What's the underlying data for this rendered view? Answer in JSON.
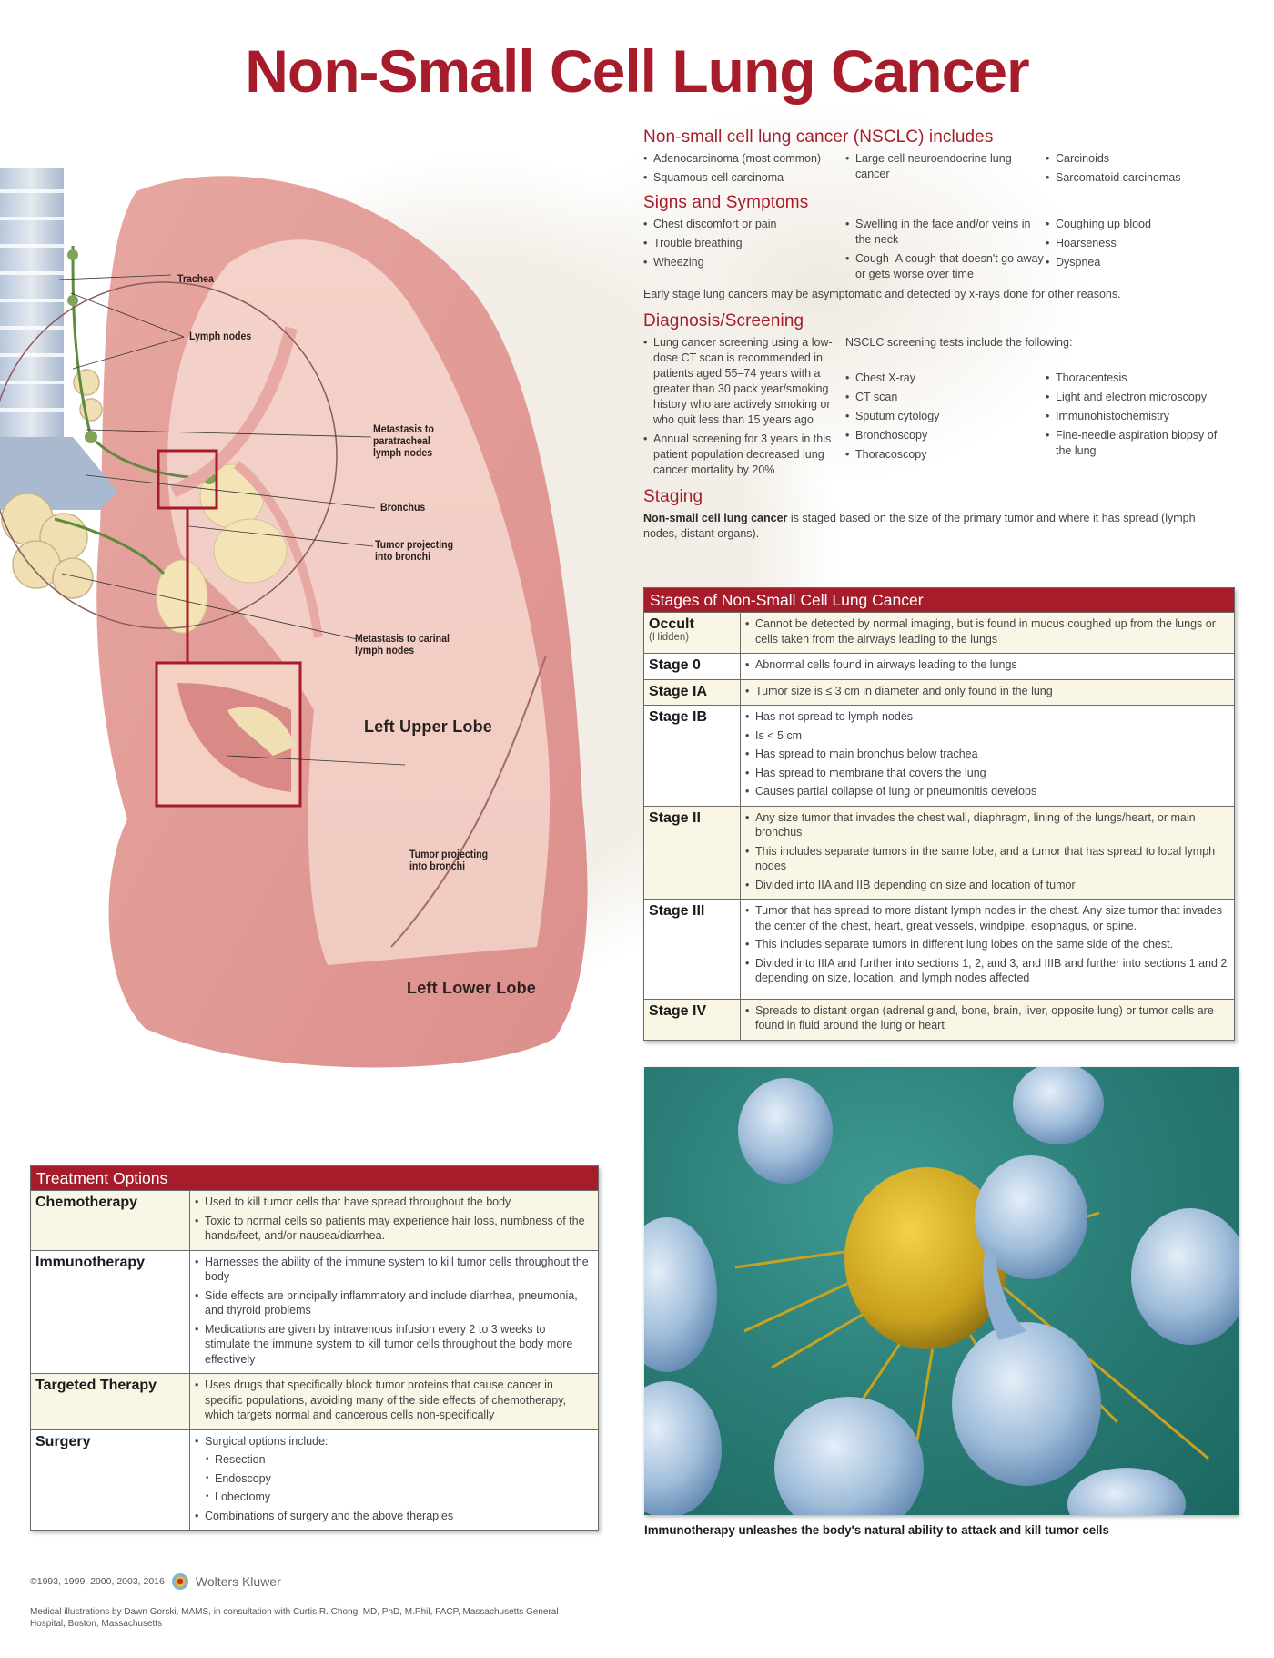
{
  "title": "Non-Small Cell Lung Cancer",
  "illustration": {
    "labels": {
      "trachea": "Trachea",
      "lymph_nodes": "Lymph nodes",
      "metastasis_paratracheal": "Metastasis to paratracheal lymph nodes",
      "bronchus": "Bronchus",
      "tumor_projecting_1": "Tumor projecting into bronchi",
      "metastasis_carinal": "Metastasis to carinal lymph nodes",
      "tumor_projecting_2": "Tumor projecting into bronchi",
      "left_upper_lobe": "Left Upper Lobe",
      "left_lower_lobe": "Left Lower Lobe"
    }
  },
  "nsclc_includes": {
    "heading": "Non-small cell lung cancer (NSCLC) includes",
    "columns": [
      [
        "Adenocarcinoma (most common)",
        "Squamous cell carcinoma"
      ],
      [
        "Large cell neuroendocrine lung cancer"
      ],
      [
        "Carcinoids",
        "Sarcomatoid carcinomas"
      ]
    ]
  },
  "signs_symptoms": {
    "heading": "Signs and Symptoms",
    "columns": [
      [
        "Chest discomfort or pain",
        "Trouble breathing",
        "Wheezing"
      ],
      [
        "Swelling in the face and/or veins in the neck",
        "Cough–A cough that doesn't go away or gets worse over time"
      ],
      [
        "Coughing up blood",
        "Hoarseness",
        "Dyspnea"
      ]
    ],
    "note": "Early stage lung cancers may be asymptomatic and detected by x-rays done for other reasons."
  },
  "diagnosis": {
    "heading": "Diagnosis/Screening",
    "left": [
      "Lung cancer screening using a low-dose CT scan is recommended in patients aged 55–74 years with a greater than 30 pack year/smoking history who are actively smoking or who quit less than 15 years ago",
      "Annual screening for 3 years in this patient population decreased lung cancer mortality by 20%"
    ],
    "tests_intro": "NSCLC screening tests include the following:",
    "tests_col1": [
      "Chest X-ray",
      "CT scan",
      "Sputum cytology",
      "Bronchoscopy",
      "Thoracoscopy"
    ],
    "tests_col2": [
      "Thoracentesis",
      "Light and electron microscopy",
      "Immunohistochemistry",
      "Fine-needle aspiration biopsy of the lung"
    ]
  },
  "staging": {
    "heading": "Staging",
    "bold": "Non-small cell lung cancer",
    "text": " is staged based on the size of the primary tumor and where it has spread (lymph nodes, distant organs)."
  },
  "stages_table": {
    "header": "Stages of Non-Small Cell Lung Cancer",
    "header_color": "#a71c2a",
    "rows": [
      {
        "stage": "Occult",
        "sub": "(Hidden)",
        "items": [
          "Cannot be detected by normal imaging, but is found in mucus coughed up from the lungs or cells taken from the airways leading to the lungs"
        ]
      },
      {
        "stage": "Stage 0",
        "items": [
          "Abnormal cells found in airways leading to the lungs"
        ]
      },
      {
        "stage": "Stage IA",
        "items": [
          "Tumor size is ≤ 3 cm in diameter and only found in the lung"
        ]
      },
      {
        "stage": "Stage IB",
        "items": [
          "Has not spread to lymph nodes",
          "Is < 5 cm",
          "Has spread to main bronchus below trachea",
          "Has spread to membrane that covers the lung",
          "Causes partial collapse of lung or pneumonitis develops"
        ]
      },
      {
        "stage": "Stage II",
        "items": [
          "Any size tumor that invades the chest wall, diaphragm, lining of the lungs/heart, or main bronchus",
          "This includes separate tumors in the same lobe, and a tumor that has spread to local lymph nodes",
          "Divided into IIA and IIB depending on size and location of tumor"
        ]
      },
      {
        "stage": "Stage III",
        "items": [
          "Tumor that has spread to more distant lymph nodes in the chest.  Any size tumor that invades the center of the chest, heart, great vessels, windpipe, esophagus, or spine.",
          "This includes separate tumors in different lung lobes on the same side of the chest.",
          "Divided into IIIA and further into sections 1, 2, and 3, and IIIB and further into sections 1 and 2 depending on size, location, and lymph nodes affected"
        ]
      },
      {
        "stage": "Stage IV",
        "items": [
          "Spreads to distant organ (adrenal gland, bone, brain, liver, opposite lung) or tumor cells are found in fluid around the lung or heart"
        ]
      }
    ]
  },
  "treatment_table": {
    "header": "Treatment Options",
    "rows": [
      {
        "name": "Chemotherapy",
        "items": [
          "Used to kill tumor cells that have spread throughout the body",
          "Toxic to normal cells so patients may experience hair loss, numbness of the hands/feet, and/or nausea/diarrhea."
        ]
      },
      {
        "name": "Immunotherapy",
        "items": [
          "Harnesses the ability of the immune system to kill tumor cells throughout the body",
          "Side effects are principally inflammatory and include diarrhea, pneumonia, and thyroid problems",
          "Medications are given by intravenous infusion every 2 to 3 weeks to stimulate the immune system to kill tumor cells throughout the body more effectively"
        ]
      },
      {
        "name": "Targeted Therapy",
        "items": [
          "Uses drugs that specifically block tumor proteins that cause cancer in specific populations, avoiding many of the side effects of chemotherapy, which targets normal and cancerous cells non-specifically"
        ]
      },
      {
        "name": "Surgery",
        "items": [
          "Surgical options include:"
        ],
        "subitems": [
          "Resection",
          "Endoscopy",
          "Lobectomy"
        ],
        "after": [
          "Combinations of surgery and the above therapies"
        ]
      }
    ]
  },
  "photo": {
    "caption": "Immunotherapy unleashes the body's natural ability to attack and kill tumor cells"
  },
  "footer": {
    "copyright": "©1993, 1999, 2000, 2003, 2016",
    "publisher": "Wolters Kluwer",
    "credits": "Medical illustrations by Dawn Gorski, MAMS, in consultation with Curtis R. Chong, MD, PhD, M.Phil, FACP, Massachusetts General Hospital, Boston, Massachusetts"
  },
  "colors": {
    "brand_red": "#a71c2a",
    "row_shade": "#faf6e6",
    "photo_bg": "#2b7f78"
  }
}
